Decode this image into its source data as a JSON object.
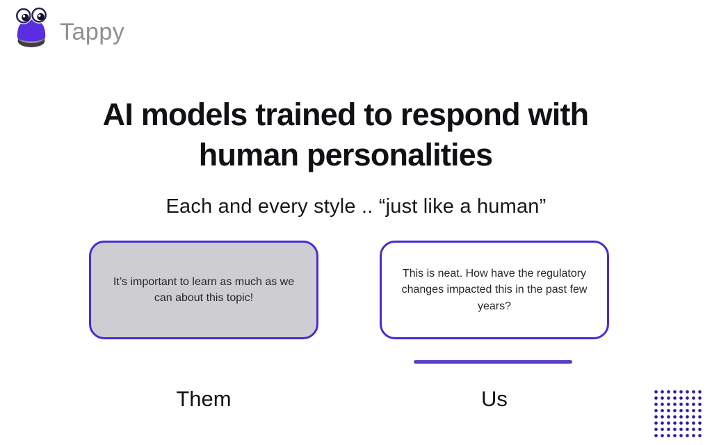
{
  "brand": {
    "name": "Tappy"
  },
  "hero": {
    "title_lines": [
      "AI models trained to respond with",
      "human personalities"
    ],
    "subtitle": "Each and every style .. “just like a human”"
  },
  "comparison": {
    "them": {
      "bubble_text": "It’s important to learn as much as we can about this topic!",
      "label": "Them"
    },
    "us": {
      "bubble_text": "This is neat. How have the regulatory changes impacted this in the past few years?",
      "label": "Us"
    }
  },
  "icons": {
    "logo": "tappy-frog-button-icon",
    "decoration": "dot-grid-pattern"
  },
  "colors": {
    "accent_purple": "#4B2AD2",
    "underline_purple": "#5B3CCD",
    "logo_purple": "#5A2DE0",
    "dot_grid_blue": "#2B1C9E",
    "them_bubble_bg": "#CECDD2",
    "brand_text_gray": "#8E8E93"
  }
}
